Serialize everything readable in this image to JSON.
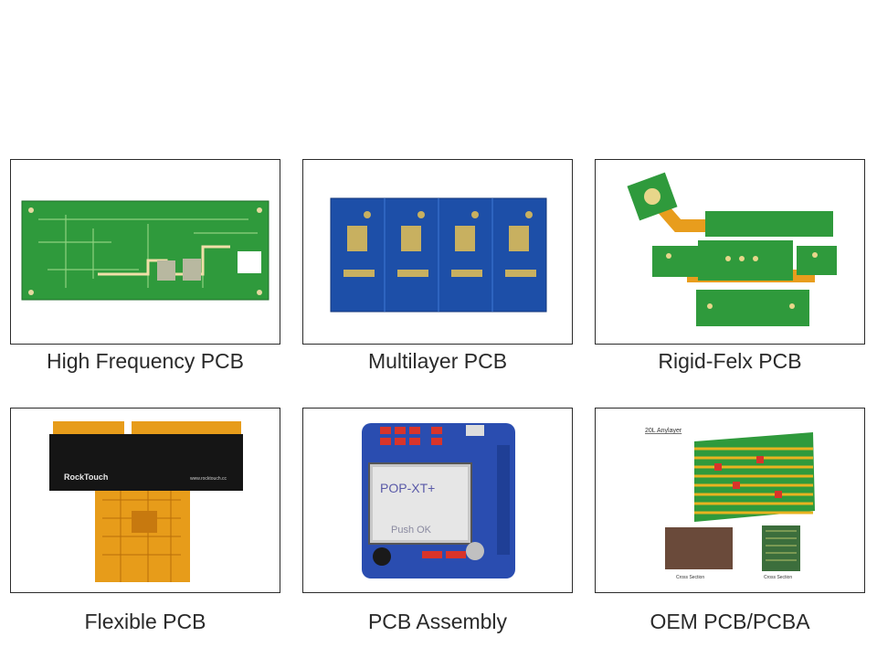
{
  "products": [
    {
      "label": "High Frequency PCB",
      "image": "high-frequency-pcb-photo"
    },
    {
      "label": "Multilayer PCB",
      "image": "multilayer-pcb-photo"
    },
    {
      "label": "Rigid-Felx PCB",
      "image": "rigid-flex-pcb-photo"
    },
    {
      "label": "Flexible PCB",
      "image": "flexible-pcb-photo"
    },
    {
      "label": "PCB Assembly",
      "image": "pcb-assembly-photo"
    },
    {
      "label": "OEM PCB/PCBA",
      "image": "oem-pcb-pcba-photo"
    }
  ],
  "image_text": {
    "flex_brand": "RockTouch",
    "flex_url": "www.rocktouch.cc",
    "assembly_screen_title": "POP-XT+",
    "assembly_screen_sub": "Push OK",
    "oem_title": "20L Anylayer",
    "oem_cross_left": "Cross Section",
    "oem_cross_right": "Cross Section"
  },
  "colors": {
    "pcb_green": "#2f9a3c",
    "pcb_blue": "#1d4fa8",
    "flex_orange": "#e79c1a",
    "assembly_blue": "#2a4db0",
    "border": "#2b2b2b",
    "caption_text": "#2a2a2a"
  }
}
